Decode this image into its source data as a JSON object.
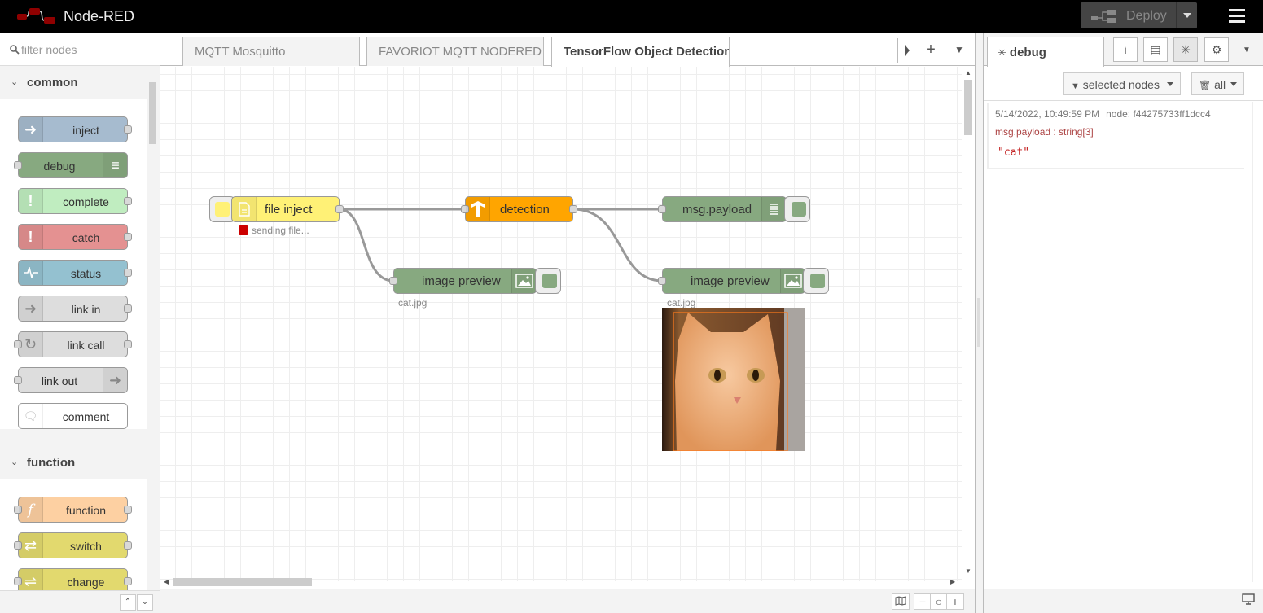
{
  "header": {
    "app_title": "Node-RED",
    "deploy_label": "Deploy",
    "menu_icon": "hamburger-menu-icon"
  },
  "palette": {
    "search_placeholder": "filter nodes",
    "categories": [
      {
        "title": "common",
        "nodes": [
          "inject",
          "debug",
          "complete",
          "catch",
          "status",
          "link in",
          "link call",
          "link out",
          "comment"
        ]
      },
      {
        "title": "function",
        "nodes": [
          "function",
          "switch",
          "change"
        ]
      }
    ],
    "node_colors": {
      "inject": "#a6bbcf",
      "debug": "#87a980",
      "complete": "#c0edc0",
      "catch": "#e49191",
      "status": "#94c1d0",
      "link": "#dddddd",
      "comment": "#ffffff",
      "function": "#fdd0a2",
      "switch": "#e2d96e",
      "change": "#e2d96e"
    }
  },
  "workspace": {
    "tabs": [
      "MQTT Mosquitto",
      "FAVORIOT MQTT NODERED",
      "TensorFlow Object Detection"
    ],
    "active_tab": 2,
    "flow_nodes": {
      "file_inject": {
        "label": "file inject",
        "status": "sending file..."
      },
      "detection": {
        "label": "detection"
      },
      "msg_payload": {
        "label": "msg.payload"
      },
      "image_preview_1": {
        "label": "image preview",
        "caption": "cat.jpg"
      },
      "image_preview_2": {
        "label": "image preview",
        "caption": "cat.jpg"
      }
    },
    "colors": {
      "file_inject": "#fff176",
      "detection": "#ffa500",
      "debug_node": "#87a980",
      "image_preview": "#87a980",
      "status_error": "#cc0000",
      "wire": "#999999"
    }
  },
  "sidebar": {
    "active_tab": "debug",
    "filter_label": "selected nodes",
    "clear_label": "all",
    "messages": [
      {
        "timestamp": "5/14/2022, 10:49:59 PM",
        "node": "node: f44275733ff1dcc4",
        "type": "msg.payload : string[3]",
        "value": "\"cat\""
      }
    ]
  }
}
